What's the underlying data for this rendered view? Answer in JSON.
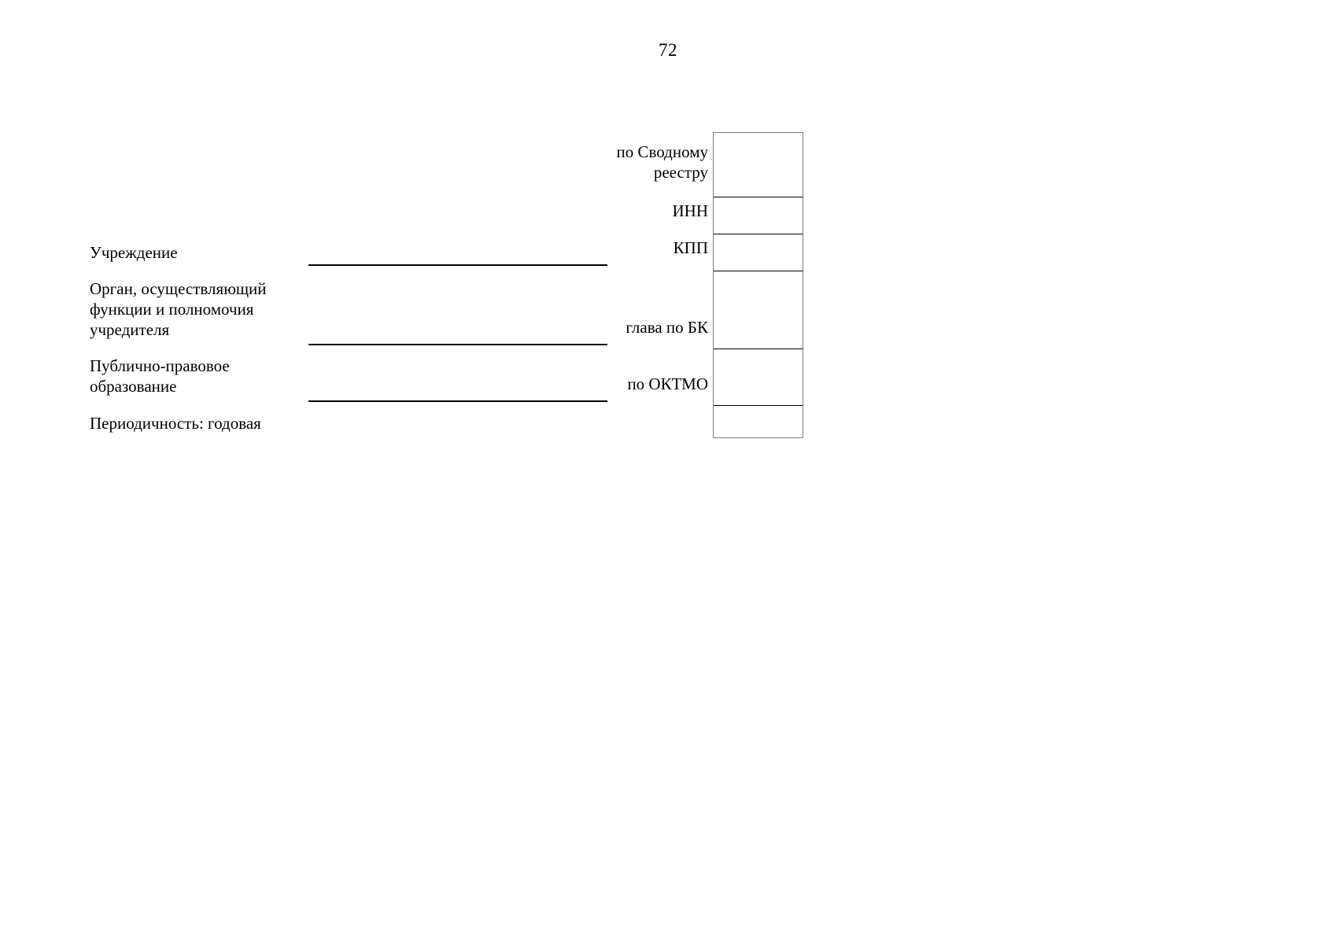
{
  "document": {
    "page_number": "72"
  },
  "left_fields": [
    {
      "name": "institution",
      "label": "Учреждение",
      "value": ""
    },
    {
      "name": "founder_body",
      "label": "Орган, осуществляющий\nфункции и полномочия\nучредителя",
      "value": ""
    },
    {
      "name": "public_entity",
      "label": "Публично-правовое\nобразование",
      "value": ""
    },
    {
      "name": "periodicity",
      "label": "Периодичность: годовая",
      "value": ""
    }
  ],
  "code_fields": [
    {
      "name": "consolidated_register",
      "label": "по Сводному\nреестру",
      "value": ""
    },
    {
      "name": "inn",
      "label": "ИНН",
      "value": ""
    },
    {
      "name": "kpp",
      "label": "КПП",
      "value": ""
    },
    {
      "name": "chapter_bk",
      "label": "глава по БК",
      "value": ""
    },
    {
      "name": "oktmo",
      "label": "по ОКТМО",
      "value": ""
    },
    {
      "name": "unnamed_code",
      "label": "",
      "value": ""
    }
  ],
  "colors": {
    "text": "#000000",
    "rule": "#000000",
    "box_border": "#000000",
    "box_outer_border": "#7a7a7a",
    "background": "#ffffff"
  }
}
